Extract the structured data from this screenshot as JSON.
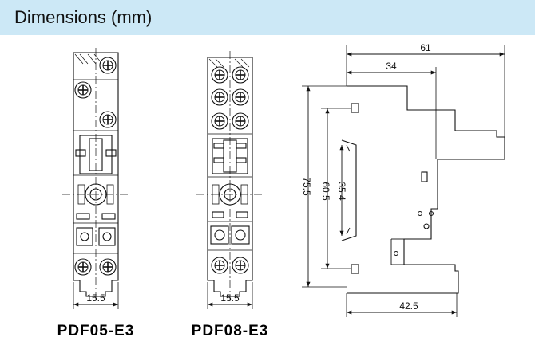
{
  "header": {
    "title": "Dimensions (mm)",
    "color": "#cce8f6"
  },
  "front_views": [
    {
      "model": "PDF05-E3",
      "width_dim": "15.5"
    },
    {
      "model": "PDF08-E3",
      "width_dim": "15.5"
    }
  ],
  "side_view": {
    "dims": {
      "overall_depth": "61",
      "rail_to_edge": "34",
      "bottom_depth": "42.5",
      "total_height": "75.5",
      "hole_pitch": "60.5",
      "rail_width": "35.4"
    }
  }
}
